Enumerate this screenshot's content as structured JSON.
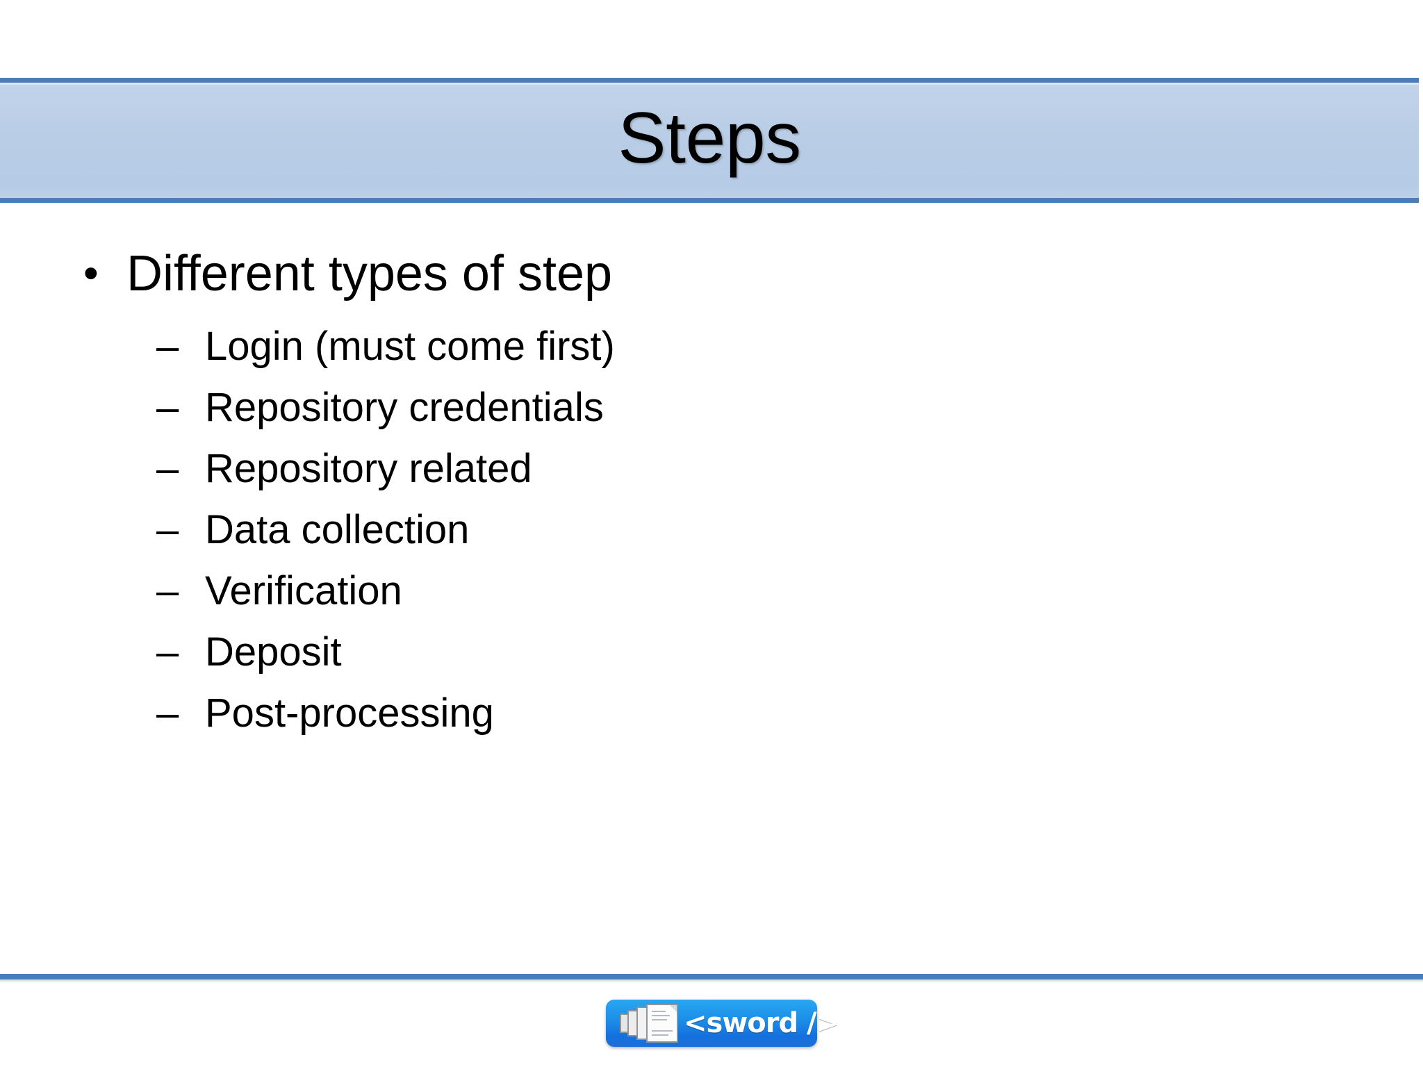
{
  "slide": {
    "title": "Steps",
    "accent_color": "#4a7ebb",
    "title_bar_fill": "#b8cce4",
    "background_color": "#ffffff"
  },
  "content": {
    "main_bullet": {
      "marker": "•",
      "text": "Different types of step"
    },
    "sub_bullets": [
      {
        "marker": "–",
        "text": "Login (must come first)"
      },
      {
        "marker": "–",
        "text": "Repository credentials"
      },
      {
        "marker": "–",
        "text": "Repository related"
      },
      {
        "marker": "–",
        "text": "Data collection"
      },
      {
        "marker": "–",
        "text": "Verification"
      },
      {
        "marker": "–",
        "text": "Deposit"
      },
      {
        "marker": "–",
        "text": "Post-processing"
      }
    ]
  },
  "footer": {
    "badge": {
      "label": "<sword />",
      "icon": "document-stack-icon",
      "background_color": "#1c8fe8",
      "text_color": "#ffffff"
    }
  }
}
